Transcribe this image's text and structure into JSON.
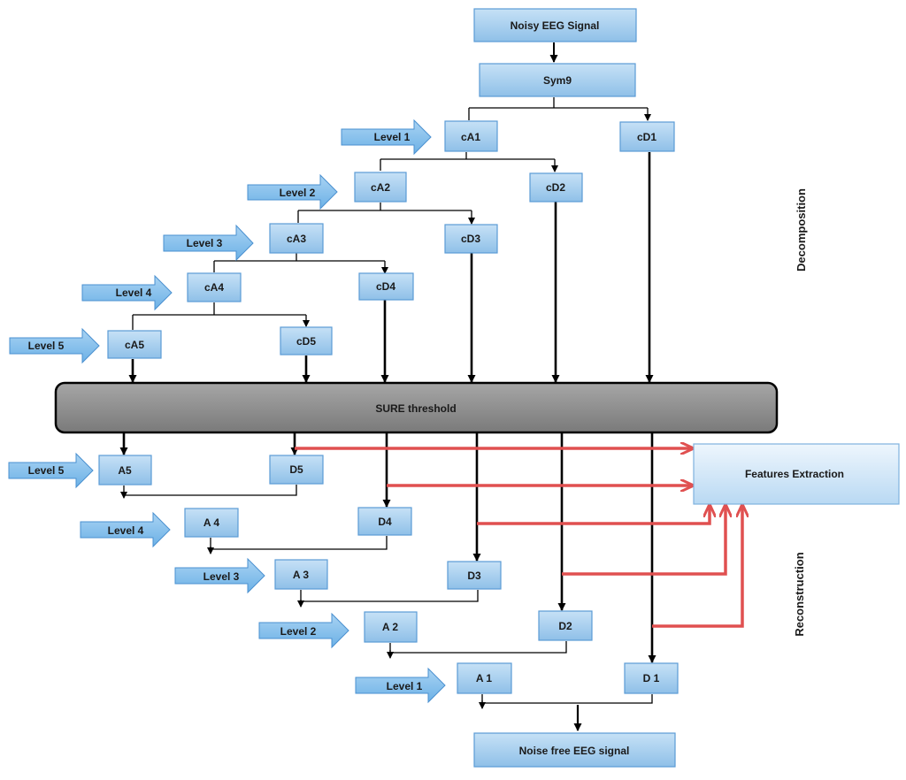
{
  "nodes": {
    "input": "Noisy EEG Signal",
    "wavelet": "Sym9",
    "cA1": "cA1",
    "cD1": "cD1",
    "cA2": "cA2",
    "cD2": "cD2",
    "cA3": "cA3",
    "cD3": "cD3",
    "cA4": "cA4",
    "cD4": "cD4",
    "cA5": "cA5",
    "cD5": "cD5",
    "threshold": "SURE threshold",
    "A5": "A5",
    "D5": "D5",
    "A4": "A 4",
    "D4": "D4",
    "A3": "A 3",
    "D3": "D3",
    "A2": "A 2",
    "D2": "D2",
    "A1": "A 1",
    "D1": "D 1",
    "output": "Noise free EEG signal",
    "features": "Features Extraction"
  },
  "levels": {
    "decomp": [
      "Level 1",
      "Level 2",
      "Level 3",
      "Level 4",
      "Level 5"
    ],
    "recon": [
      "Level 5",
      "Level 4",
      "Level 3",
      "Level 2",
      "Level 1"
    ]
  },
  "sections": {
    "decomposition": "Decomposition",
    "reconstruction": "Reconstruction"
  },
  "colors": {
    "box_fill": "#a9d0ee",
    "box_stroke": "#5b9bd5",
    "threshold_fill": "#8c8c8c",
    "feature_arrow": "#e05050",
    "line": "#000000"
  }
}
